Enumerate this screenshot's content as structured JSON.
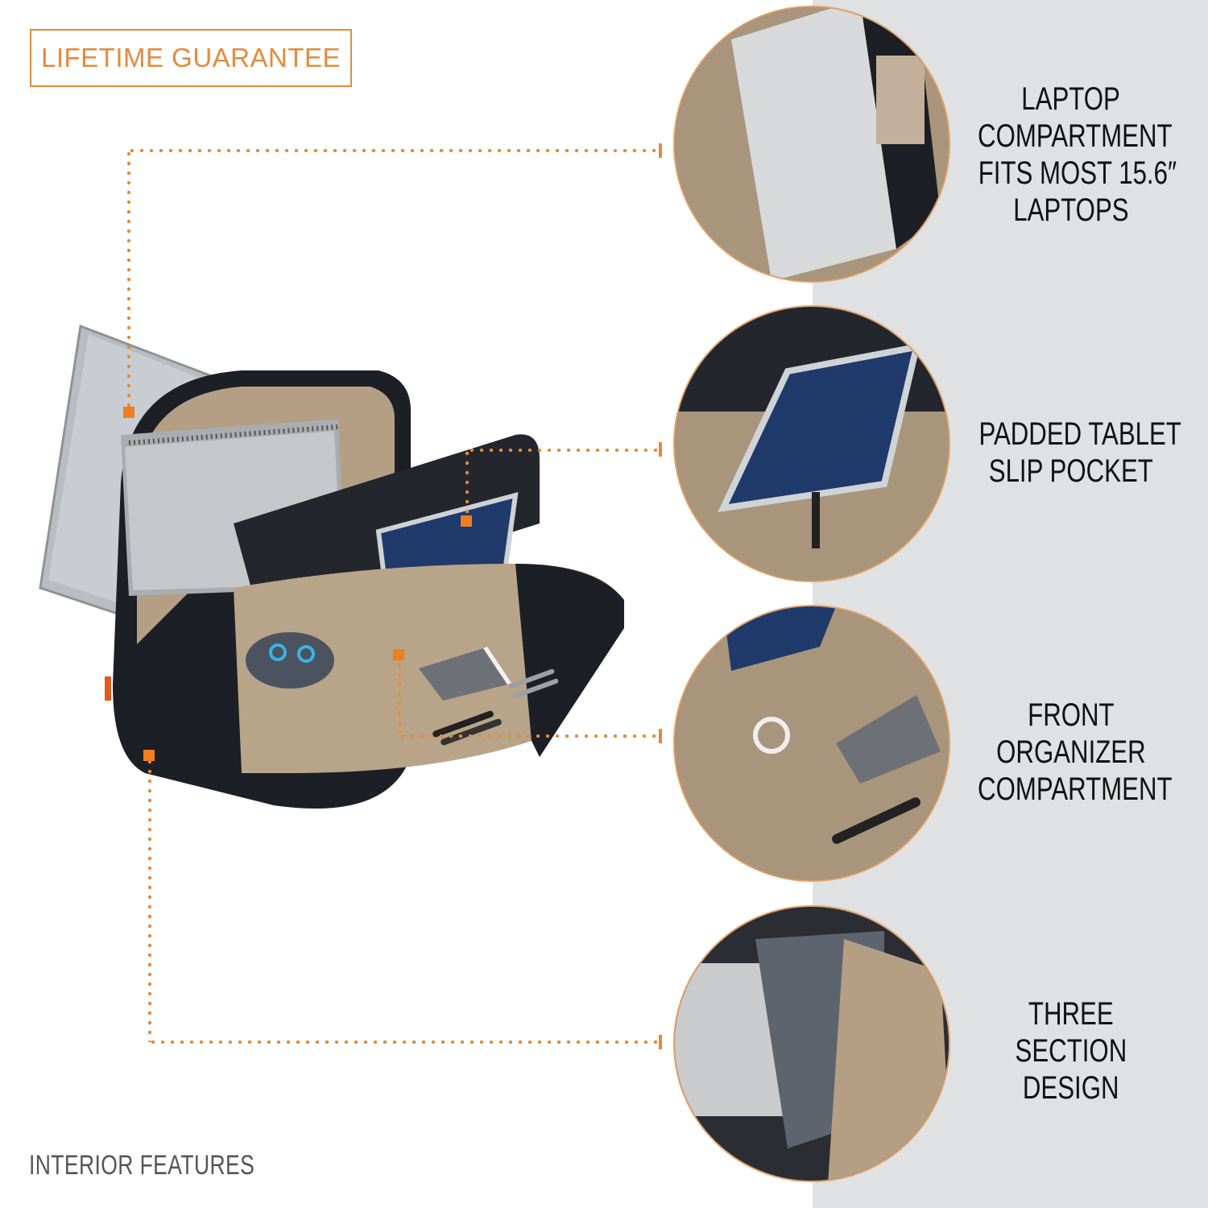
{
  "badge": {
    "text": "LIFETIME GUARANTEE",
    "color": "#e58a3a"
  },
  "footer": {
    "text": "INTERIOR FEATURES"
  },
  "colors": {
    "accent": "#e58a3a",
    "marker": "#f07d1e",
    "panel": "#dfe1e2",
    "fabric": "#b49f85",
    "bag_black": "#1c1f26",
    "tablet_blue": "#1f3a6b"
  },
  "features": [
    {
      "lines": [
        "LAPTOP",
        "COMPARTMENT",
        "FITS MOST 15.6″",
        "LAPTOPS"
      ],
      "image": "laptop-compartment-photo"
    },
    {
      "lines": [
        "PADDED TABLET",
        "SLIP POCKET"
      ],
      "image": "tablet-pocket-photo"
    },
    {
      "lines": [
        "FRONT",
        "ORGANIZER",
        "COMPARTMENT"
      ],
      "image": "front-organizer-photo"
    },
    {
      "lines": [
        "THREE",
        "SECTION",
        "DESIGN"
      ],
      "image": "three-section-photo"
    }
  ]
}
